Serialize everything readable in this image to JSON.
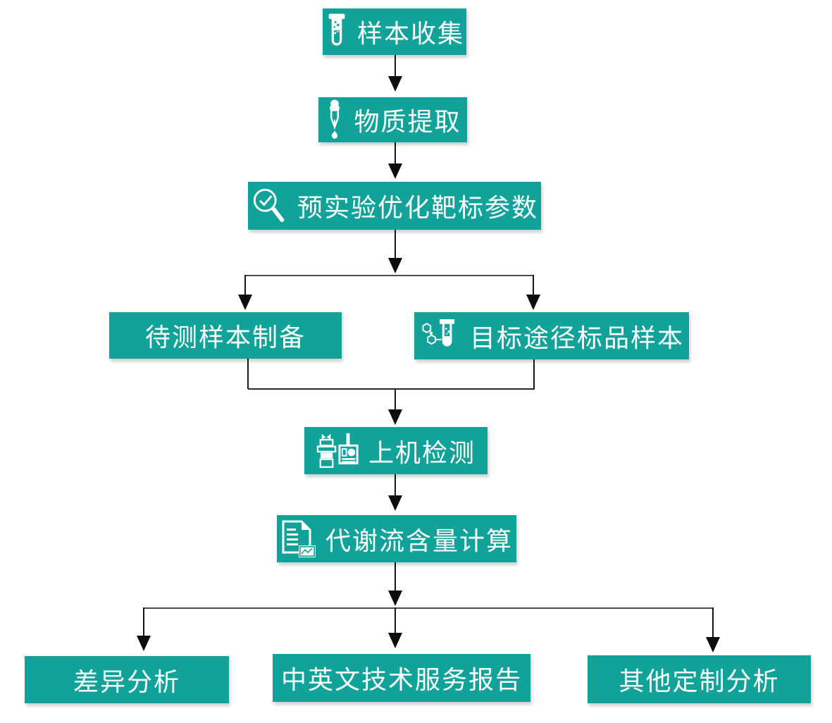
{
  "diagram": {
    "type": "flowchart",
    "colors": {
      "node_fill": "#11a29a",
      "node_text": "#ffffff",
      "arrow": "#0d0d0d",
      "branch_line": "#4d4d4d",
      "background": "#ffffff"
    },
    "nodes": [
      {
        "id": "sample-collection",
        "label": "样本收集",
        "icon": "test-tube-icon"
      },
      {
        "id": "substance-extraction",
        "label": "物质提取",
        "icon": "dropper-icon"
      },
      {
        "id": "pre-experiment",
        "label": "预实验优化靶标参数",
        "icon": "magnifier-check-icon"
      },
      {
        "id": "sample-prep",
        "label": "待测样本制备",
        "icon": null
      },
      {
        "id": "target-standard",
        "label": "目标途径标品样本",
        "icon": "molecule-tube-icon"
      },
      {
        "id": "machine-detection",
        "label": "上机检测",
        "icon": "instrument-icon"
      },
      {
        "id": "flux-calculation",
        "label": "代谢流含量计算",
        "icon": "document-chart-icon"
      },
      {
        "id": "difference-analysis",
        "label": "差异分析",
        "icon": null
      },
      {
        "id": "service-report",
        "label": "中英文技术服务报告",
        "icon": null
      },
      {
        "id": "custom-analysis",
        "label": "其他定制分析",
        "icon": null
      }
    ],
    "edges": [
      {
        "from": "sample-collection",
        "to": "substance-extraction"
      },
      {
        "from": "substance-extraction",
        "to": "pre-experiment"
      },
      {
        "from": "pre-experiment",
        "to": "sample-prep"
      },
      {
        "from": "pre-experiment",
        "to": "target-standard"
      },
      {
        "from": "sample-prep",
        "to": "machine-detection"
      },
      {
        "from": "target-standard",
        "to": "machine-detection"
      },
      {
        "from": "machine-detection",
        "to": "flux-calculation"
      },
      {
        "from": "flux-calculation",
        "to": "difference-analysis"
      },
      {
        "from": "flux-calculation",
        "to": "service-report"
      },
      {
        "from": "flux-calculation",
        "to": "custom-analysis"
      }
    ]
  }
}
